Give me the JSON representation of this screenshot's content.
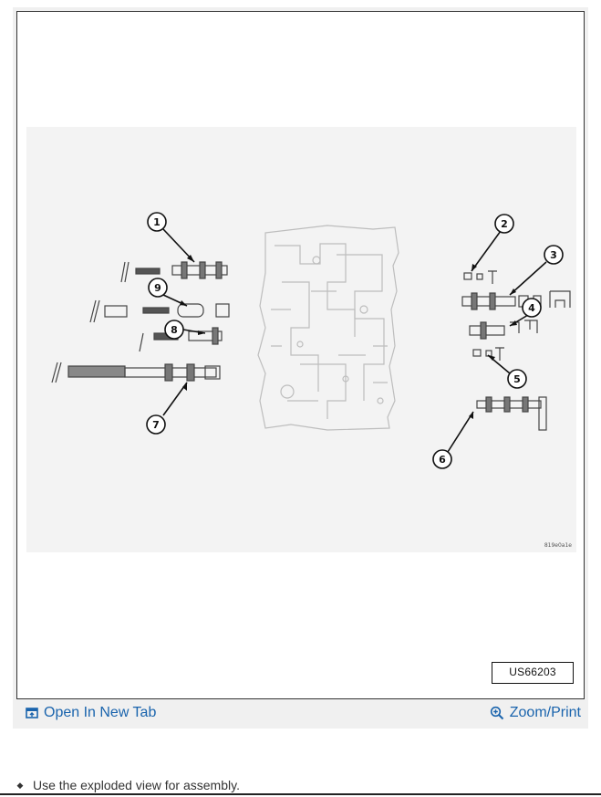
{
  "figure": {
    "callouts": [
      "1",
      "2",
      "3",
      "4",
      "5",
      "6",
      "7",
      "8",
      "9"
    ],
    "art_code": "819e0a1e",
    "figure_code": "US66203"
  },
  "toolbar": {
    "open_new_tab_label": "Open In New Tab",
    "zoom_print_label": "Zoom/Print",
    "open_icon": "open-in-new-tab-icon",
    "zoom_icon": "magnifier-plus-icon",
    "link_color": "#1a64ad"
  },
  "content": {
    "bullet_icon": "diamond-bullet-icon",
    "bullet_text": "Use the exploded view for assembly."
  }
}
